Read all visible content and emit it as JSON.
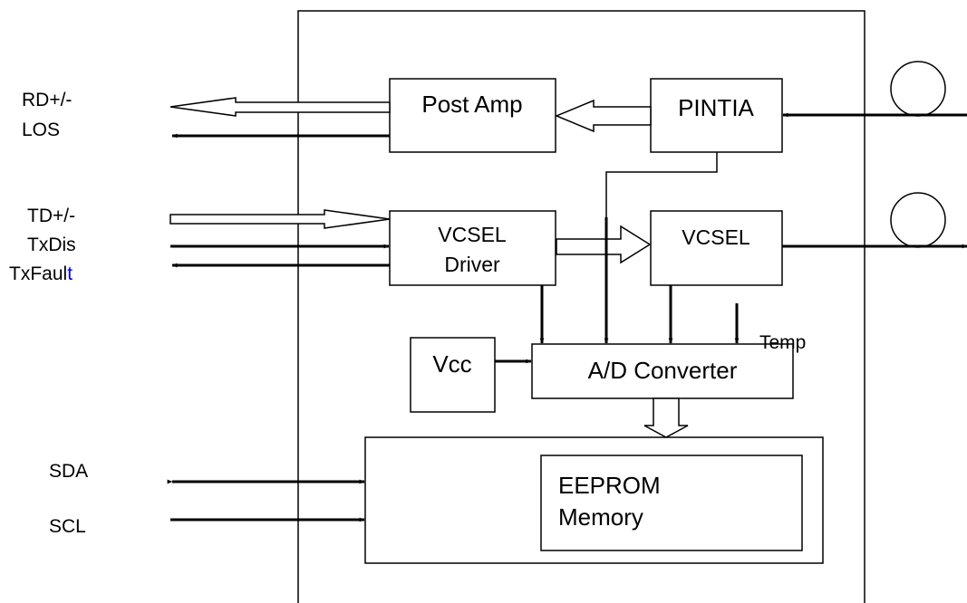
{
  "signals": {
    "rd": "RD+/-",
    "los": "LOS",
    "td": "TD+/-",
    "txdis": "TxDis",
    "txfault_main": "TxFaul",
    "txfault_last": "t",
    "sda": "SDA",
    "scl": "SCL",
    "temp": "Temp"
  },
  "blocks": {
    "post_amp": "Post Amp",
    "pintia": "PINTIA",
    "vcsel_driver_line1": "VCSEL",
    "vcsel_driver_line2": "Driver",
    "vcsel": "VCSEL",
    "vcc": "Vcc",
    "ad_converter": "A/D Converter",
    "eeprom_line1": "EEPROM",
    "eeprom_line2": "Memory"
  },
  "colors": {
    "txfault_highlight": "#0000ff"
  }
}
